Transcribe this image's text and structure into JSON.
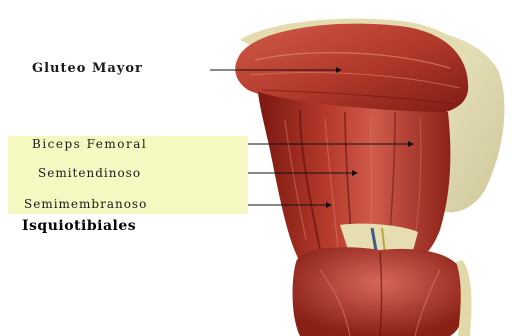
{
  "labels": {
    "gluteo_mayor": "Gluteo Mayor",
    "biceps_femoral": "Biceps Femoral",
    "semitendinoso": "Semitendinoso",
    "semimembranoso": "Semimembranoso"
  },
  "caption": "Isquiotibiales",
  "colors": {
    "background": "#ffffff",
    "legend_panel": "#f5f8c0",
    "muscle_dark": "#8a1e16",
    "muscle_mid": "#b8372a",
    "muscle_light": "#d9685a",
    "bone_cream": "#e9e2b6",
    "text": "#1a1a1a"
  }
}
